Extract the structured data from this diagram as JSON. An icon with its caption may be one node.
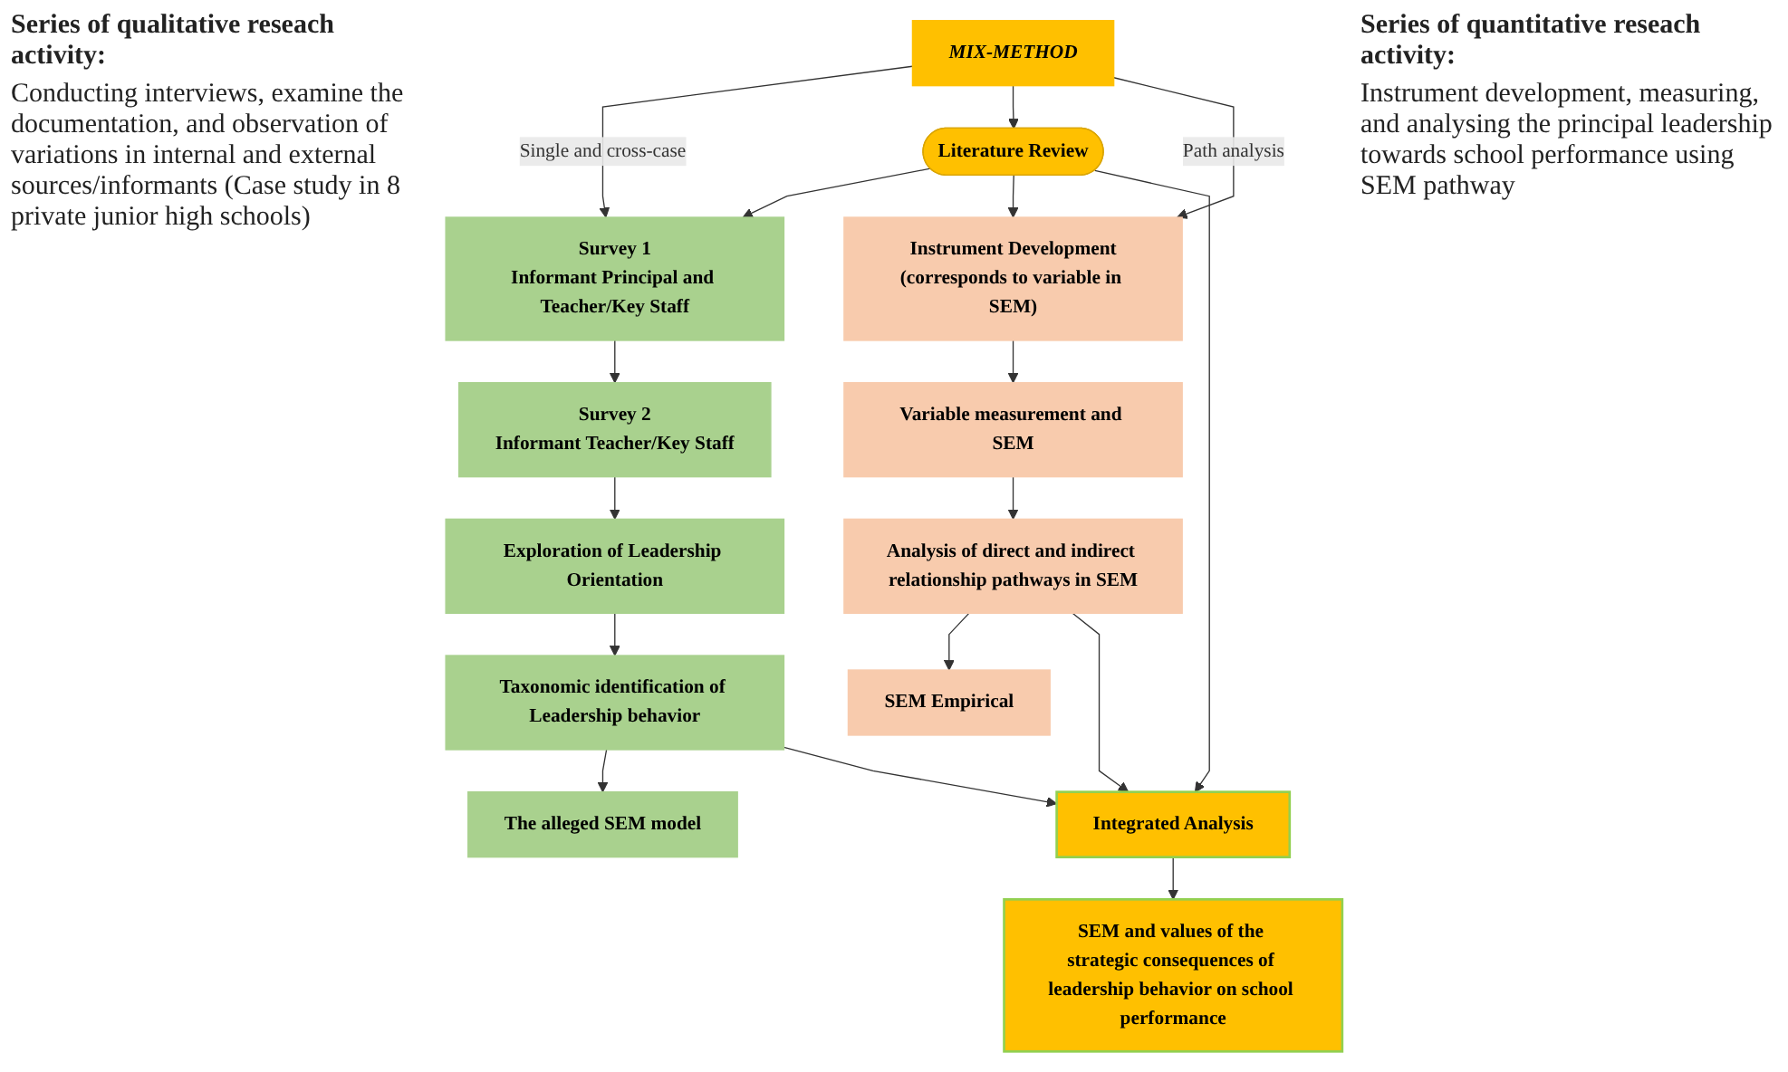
{
  "diagram": {
    "nodes": [
      {
        "text": [
          "MIX-METHOD"
        ]
      },
      {
        "text": [
          "Literature Review"
        ]
      },
      {
        "text": [
          "Survey 1",
          "Informant Principal and Teacher/Key Staff"
        ]
      },
      {
        "text": [
          "Survey 2",
          "Informant Teacher/Key Staff"
        ]
      },
      {
        "text": [
          "Exploration of Leadership Orientation"
        ]
      },
      {
        "text": [
          "Taxonomic identification of Leadership behavior"
        ]
      },
      {
        "text": [
          "The alleged SEM model"
        ]
      },
      {
        "text": [
          "Instrument Development",
          "(corresponds to variable in SEM)"
        ]
      },
      {
        "text": [
          "Variable measurement and SEM"
        ]
      },
      {
        "text": [
          "Analysis of direct and indirect relationship pathways in SEM"
        ]
      },
      {
        "text": [
          "SEM Empirical"
        ]
      },
      {
        "text": [
          "Integrated Analysis"
        ]
      },
      {
        "text": [
          "SEM and values of the strategic consequences of leadership behavior on school performance"
        ]
      }
    ],
    "edges": [
      {
        "from": 0,
        "to": 2,
        "arrow": "to",
        "label": "Single and cross-case"
      },
      {
        "from": 0,
        "to": 1,
        "arrow": "to"
      },
      {
        "from": 0,
        "to": 7,
        "arrow": "to",
        "label": "Path analysis"
      },
      {
        "from": 1,
        "to": 2,
        "arrow": "to"
      },
      {
        "from": 1,
        "to": 7,
        "arrow": "to"
      },
      {
        "from": 1,
        "to": 11,
        "arrow": "to"
      },
      {
        "from": 2,
        "to": 3,
        "arrow": "to"
      },
      {
        "from": 3,
        "to": 4,
        "arrow": "to"
      },
      {
        "from": 4,
        "to": 5,
        "arrow": "to"
      },
      {
        "from": 5,
        "to": 6,
        "arrow": "to"
      },
      {
        "from": 5,
        "to": 11,
        "arrow": "to"
      },
      {
        "from": 7,
        "to": 8,
        "arrow": "to"
      },
      {
        "from": 8,
        "to": 9,
        "arrow": "to"
      },
      {
        "from": 9,
        "to": 10,
        "arrow": "to"
      },
      {
        "from": 9,
        "to": 11,
        "arrow": "to"
      },
      {
        "from": 11,
        "to": 12,
        "arrow": "to"
      }
    ],
    "labels": [
      "Series of qualitative reseach activity:",
      "Conducting interviews, examine the documentation, and observation of variations in internal and external sources/informants (Case study in 8 private junior high schools)",
      "Series of quantitative reseach activity:",
      "Instrument development, measuring, and analysing the principal leadership towards school performance using SEM pathway"
    ]
  }
}
